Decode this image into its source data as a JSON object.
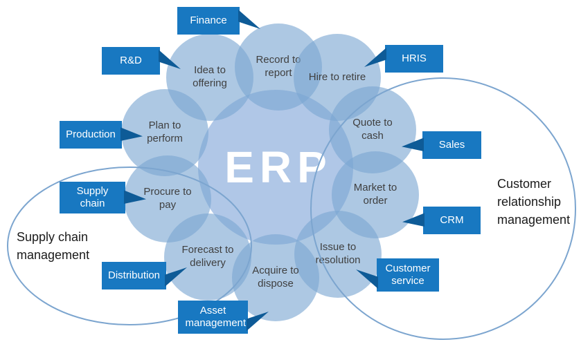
{
  "center": {
    "label": "ERP"
  },
  "petals": [
    {
      "id": "record-to-report",
      "label": "Record to report"
    },
    {
      "id": "hire-to-retire",
      "label": "Hire to retire"
    },
    {
      "id": "quote-to-cash",
      "label": "Quote to cash"
    },
    {
      "id": "market-to-order",
      "label": "Market to order"
    },
    {
      "id": "issue-to-resolution",
      "label": "Issue to resolution"
    },
    {
      "id": "acquire-to-dispose",
      "label": "Acquire to dispose"
    },
    {
      "id": "forecast-to-delivery",
      "label": "Forecast to delivery"
    },
    {
      "id": "procure-to-pay",
      "label": "Procure to pay"
    },
    {
      "id": "plan-to-perform",
      "label": "Plan to perform"
    },
    {
      "id": "idea-to-offering",
      "label": "Idea to offering"
    }
  ],
  "callouts": [
    {
      "id": "finance",
      "label": "Finance"
    },
    {
      "id": "rnd",
      "label": "R&D"
    },
    {
      "id": "production",
      "label": "Production"
    },
    {
      "id": "supply-chain",
      "label": "Supply chain"
    },
    {
      "id": "distribution",
      "label": "Distribution"
    },
    {
      "id": "asset-management",
      "label": "Asset management"
    },
    {
      "id": "customer-service",
      "label": "Customer service"
    },
    {
      "id": "crm",
      "label": "CRM"
    },
    {
      "id": "sales",
      "label": "Sales"
    },
    {
      "id": "hris",
      "label": "HRIS"
    }
  ],
  "regions": [
    {
      "id": "supply-chain-management",
      "label": "Supply chain management"
    },
    {
      "id": "customer-relationship-management",
      "label": "Customer relationship management"
    }
  ],
  "colors": {
    "petal_fill": "#7AA6D29E",
    "petal_text": "#3F3F3F",
    "center_fill": "#9CB9E1CC",
    "center_text": "#FFFFFF",
    "callout_fill": "#1878C1",
    "callout_arrow": "#0E5B97",
    "ellipse_stroke": "#7CA5CF",
    "region_text": "#1A1A1A"
  }
}
